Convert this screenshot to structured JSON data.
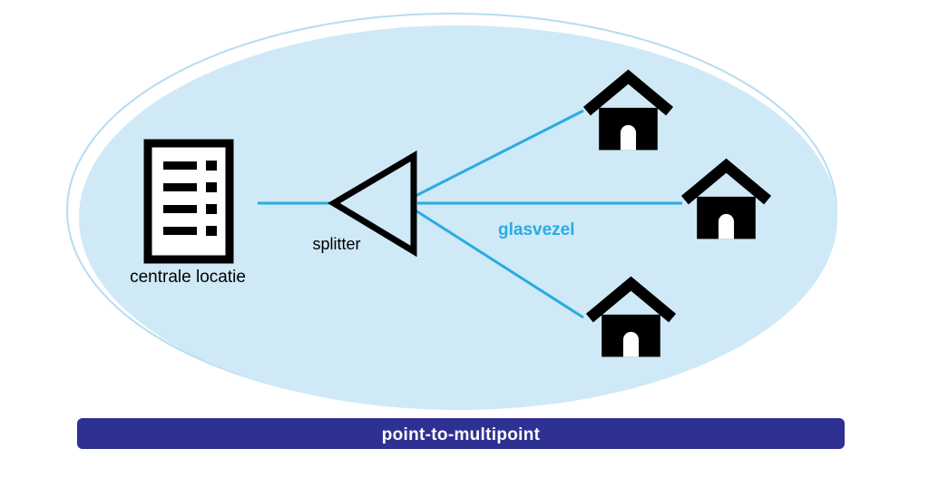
{
  "diagram": {
    "type": "fiber-network-topology",
    "banner_label": "point-to-multipoint",
    "central_label": "centrale locatie",
    "splitter_label": "splitter",
    "fiber_label": "glasvezel",
    "house_count": 3,
    "colors": {
      "ellipse_fill": "#cfe9f7",
      "ellipse_arc": "#b5ddf2",
      "fiber_line": "#29abe2",
      "banner_fill": "#2e3192",
      "banner_text": "#ffffff",
      "icon_color": "#000000"
    }
  }
}
